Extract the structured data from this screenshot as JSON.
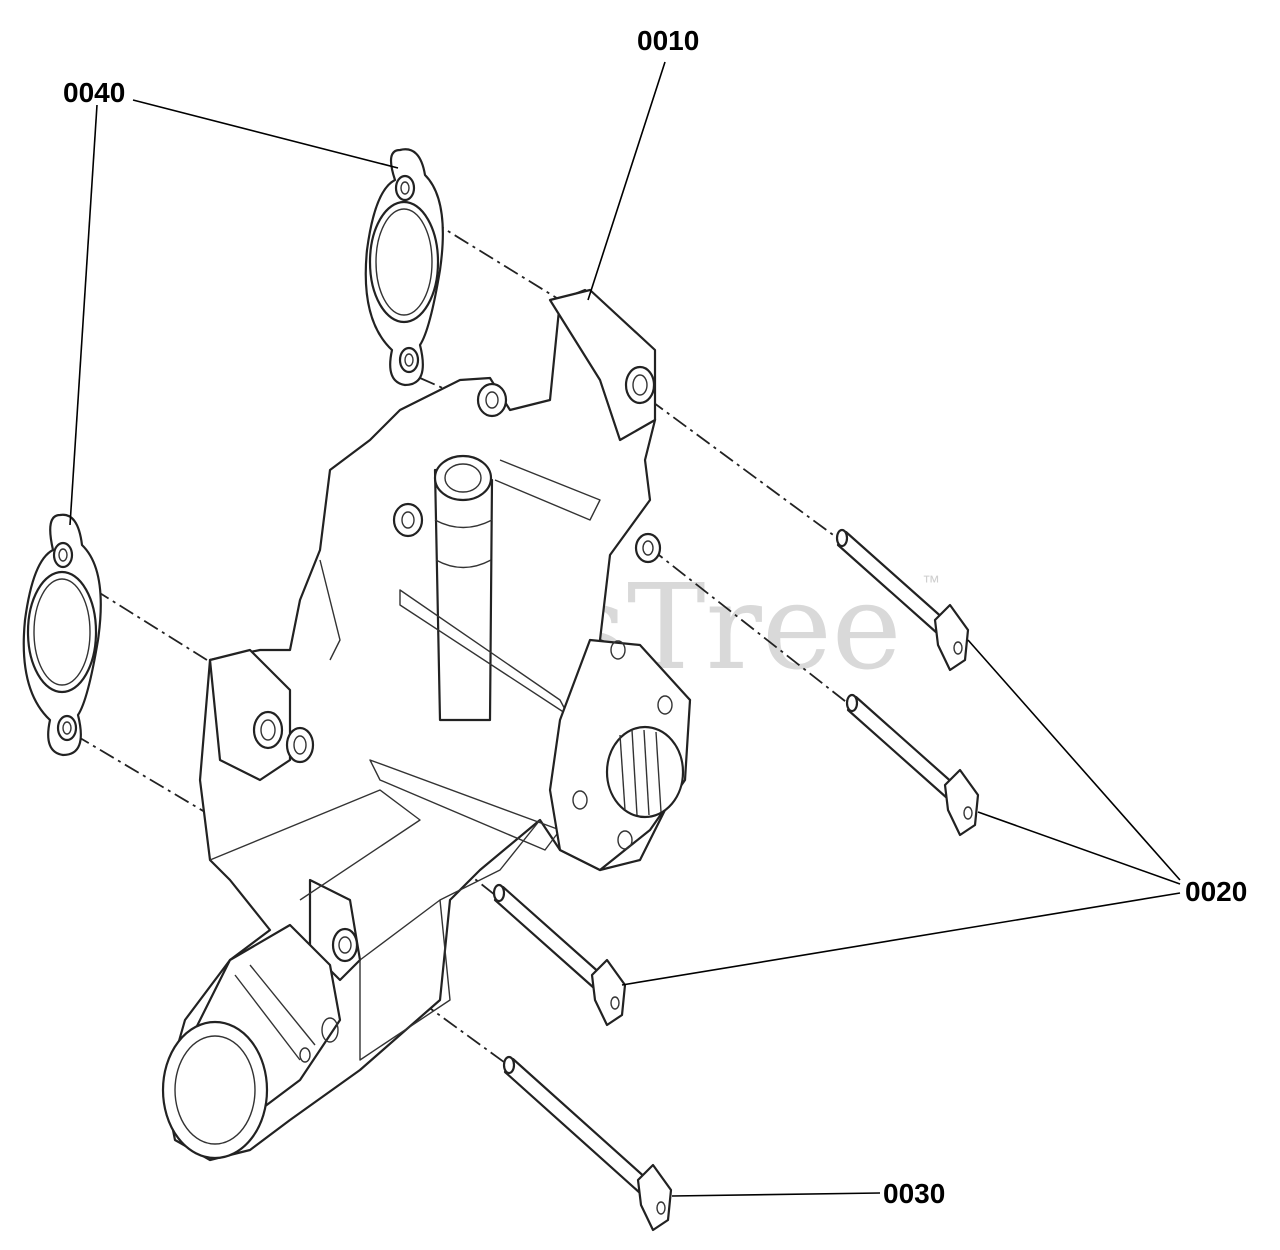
{
  "watermark": {
    "text": "PartsTree",
    "trademark": "™"
  },
  "callouts": {
    "c0010": "0010",
    "c0020": "0020",
    "c0030": "0030",
    "c0040": "0040"
  }
}
